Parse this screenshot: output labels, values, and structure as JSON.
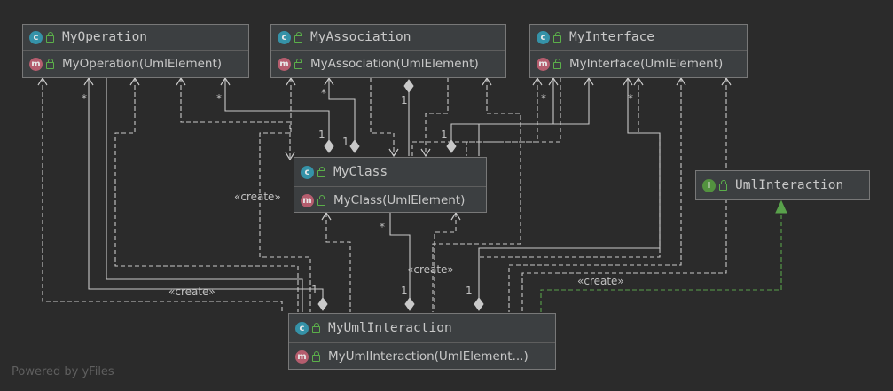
{
  "classes": {
    "operation": {
      "name": "MyOperation",
      "constructor": "MyOperation(UmlElement)"
    },
    "association": {
      "name": "MyAssociation",
      "constructor": "MyAssociation(UmlElement)"
    },
    "interface": {
      "name": "MyInterface",
      "constructor": "MyInterface(UmlElement)"
    },
    "myclass": {
      "name": "MyClass",
      "constructor": "MyClass(UmlElement)"
    },
    "interaction": {
      "name": "MyUmlInteraction",
      "constructor": "MyUmlInteraction(UmlElement...)"
    }
  },
  "interface_node": {
    "name": "UmlInteraction"
  },
  "badges": {
    "class": "c",
    "method": "m",
    "interface": "I"
  },
  "edge_labels": {
    "create": "«create»",
    "one": "1",
    "many": "*"
  },
  "watermark": "Powered by yFiles",
  "colors": {
    "background": "#2b2b2b",
    "node_fill": "#3c3f41",
    "node_border": "#787878",
    "edge": "#c9c9c9",
    "realization": "#59a14b",
    "class_badge": "#3592a8",
    "method_badge": "#b55d6e",
    "interface_badge": "#53923f"
  }
}
